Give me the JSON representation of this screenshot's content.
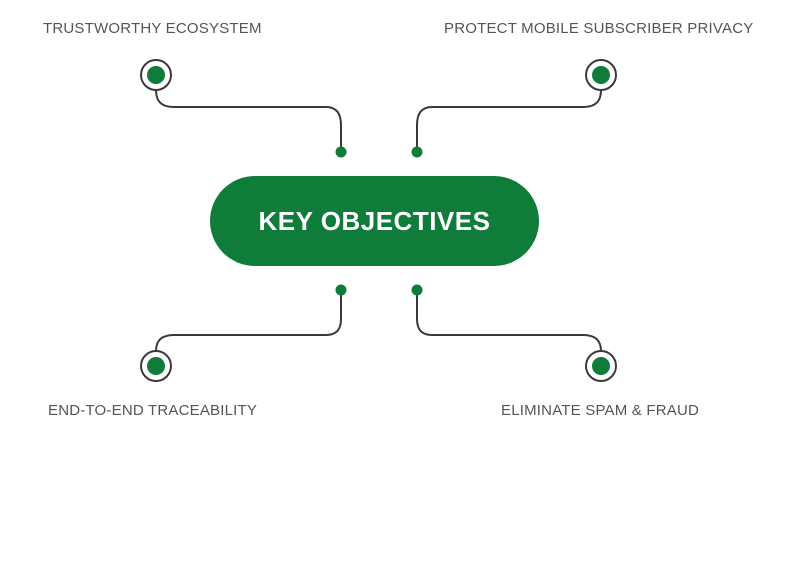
{
  "center": {
    "title": "KEY OBJECTIVES"
  },
  "objectives": {
    "top_left": "TRUSTWORTHY ECOSYSTEM",
    "top_right": "PROTECT MOBILE SUBSCRIBER PRIVACY",
    "bottom_left": "END-TO-END TRACEABILITY",
    "bottom_right": "ELIMINATE SPAM & FRAUD"
  },
  "colors": {
    "accent_green": "#0f7c3a",
    "connector": "#3a3a3a",
    "label_text": "#555555"
  }
}
